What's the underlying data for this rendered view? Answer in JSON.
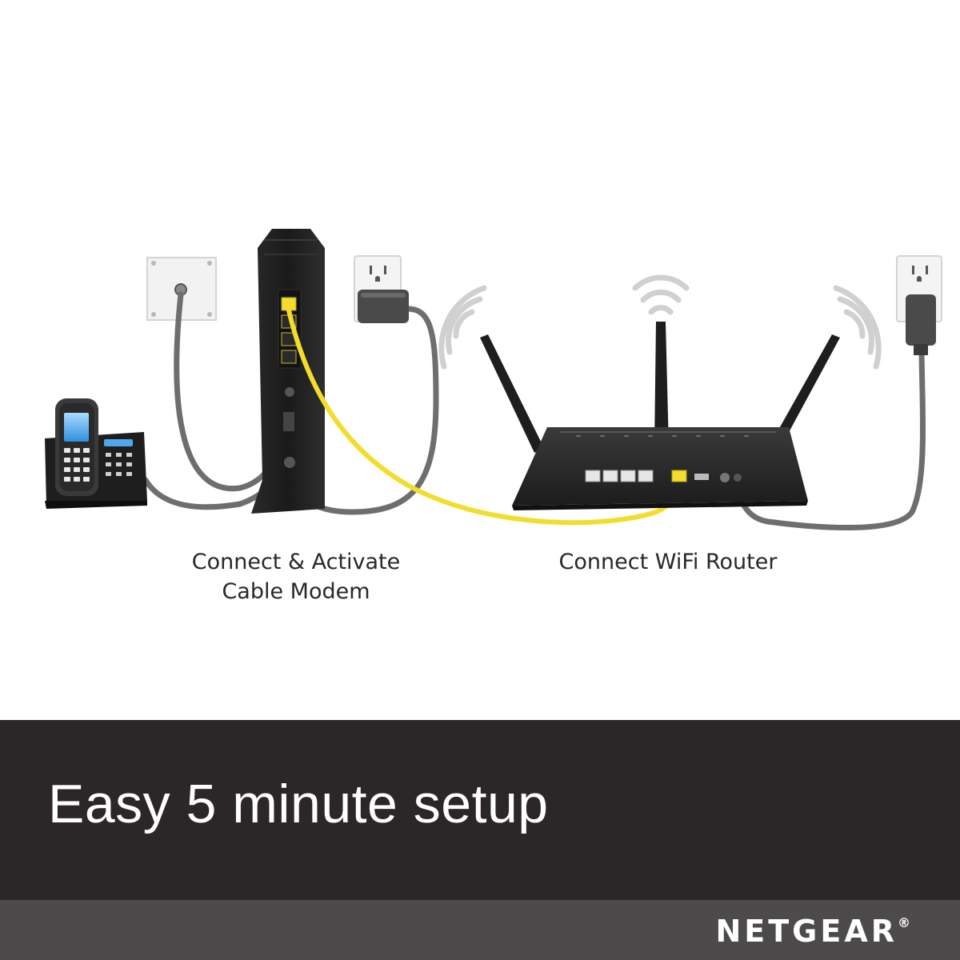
{
  "captions": {
    "modem_line1": "Connect & Activate",
    "modem_line2": "Cable Modem",
    "router": "Connect WiFi Router"
  },
  "banner": {
    "tagline": "Easy 5 minute setup"
  },
  "footer": {
    "brand": "NETGEAR",
    "brand_mark": "®"
  },
  "colors": {
    "banner_bg": "#2b2628",
    "footer_bg": "#4d4a4c",
    "ethernet_cable": "#f2dd2c",
    "gray_cable": "#6e6e6e",
    "device_body": "#1e1e1e"
  }
}
